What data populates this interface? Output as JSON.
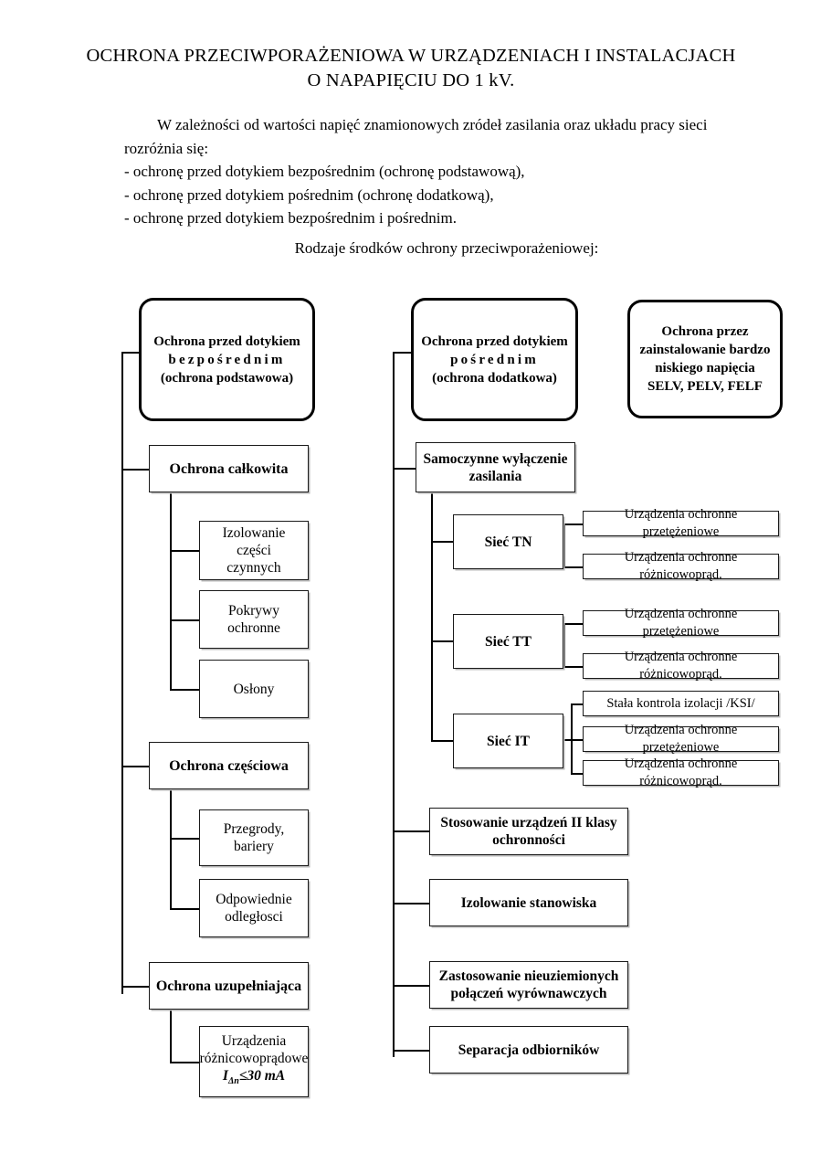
{
  "document": {
    "title_line1": "OCHRONA PRZECIWPORAŻENIOWA W URZĄDZENIACH I INSTALACJACH",
    "title_line2": "O NAPAPIĘCIU DO 1 kV.",
    "paragraph_line1": "W zależności od wartości napięć znamionowych zródeł zasilania oraz układu pracy sieci",
    "paragraph_line2": "rozróżnia się:",
    "bullet1": "- ochronę przed dotykiem bezpośrednim (ochronę podstawową),",
    "bullet2": "- ochronę przed dotykiem pośrednim (ochronę dodatkową),",
    "bullet3": "- ochronę przed dotykiem bezpośrednim i pośrednim.",
    "subtitle": "Rodzaje środków ochrony przeciwporażeniowej:"
  },
  "diagram": {
    "root_boxes": [
      {
        "id": "direct",
        "line1": "Ochrona przed dotykiem",
        "line2": "bezpośrednim",
        "line3": "(ochrona podstawowa)"
      },
      {
        "id": "indirect",
        "line1": "Ochrona przed dotykiem",
        "line2": "pośrednim",
        "line3": "(ochrona dodatkowa)"
      },
      {
        "id": "elv",
        "line1": "Ochrona przez",
        "line2": "zainstalowanie bardzo",
        "line3": "niskiego napięcia",
        "line4": "SELV, PELV, FELF"
      }
    ],
    "left_branch": {
      "group1": {
        "head": "Ochrona całkowita",
        "items": [
          {
            "line1": "Izolowanie części",
            "line2": "czynnych"
          },
          {
            "line1": "Pokrywy ochronne",
            "line2": ""
          },
          {
            "line1": "Osłony",
            "line2": ""
          }
        ]
      },
      "group2": {
        "head": "Ochrona częściowa",
        "items": [
          {
            "line1": "Przegrody, bariery",
            "line2": ""
          },
          {
            "line1": "Odpowiednie",
            "line2": "odległosci"
          }
        ]
      },
      "group3": {
        "head": "Ochrona uzupełniająca",
        "items": [
          {
            "line1": "Urządzenia",
            "line2": "różnicowoprądowe",
            "formula_symbol": "I",
            "formula_sub": "Δn",
            "formula_rest": "≤30 mA"
          }
        ]
      }
    },
    "right_branch": {
      "auto_disconnect": {
        "line1": "Samoczynne wyłączenie",
        "line2": "zasilania",
        "networks": [
          {
            "name": "Sieć TN",
            "devices": [
              "Urządzenia ochronne przetężeniowe",
              "Urządzenia ochronne różnicowoprąd."
            ]
          },
          {
            "name": "Sieć TT",
            "devices": [
              "Urządzenia ochronne przetężeniowe",
              "Urządzenia ochronne różnicowoprąd."
            ]
          },
          {
            "name": "Sieć IT",
            "devices": [
              "Stała kontrola izolacji /KSI/",
              "Urządzenia ochronne przetężeniowe",
              "Urządzenia ochronne różnicowoprąd."
            ]
          }
        ]
      },
      "other_measures": [
        {
          "line1": "Stosowanie urządzeń II klasy",
          "line2": "ochronności"
        },
        {
          "line1": "Izolowanie stanowiska",
          "line2": ""
        },
        {
          "line1": "Zastosowanie nieuziemionych",
          "line2": "połączeń wyrównawczych"
        },
        {
          "line1": "Separacja odbiorników",
          "line2": ""
        }
      ]
    }
  }
}
